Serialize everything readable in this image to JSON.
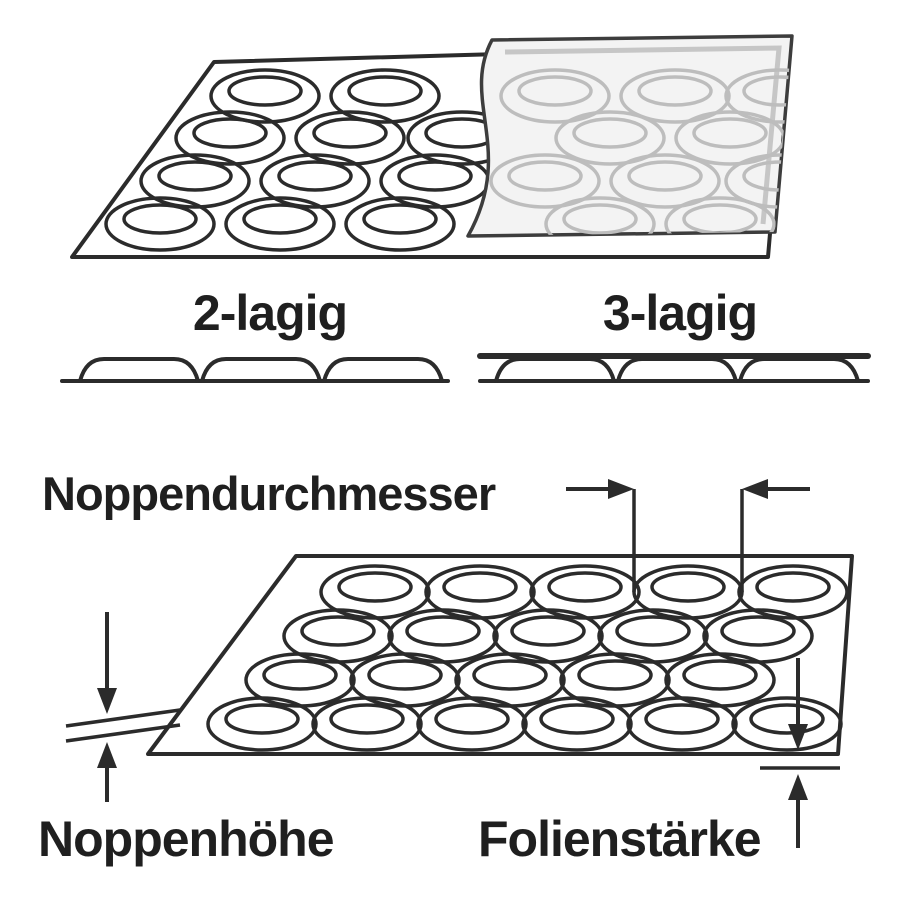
{
  "diagram": {
    "kind": "bubble-wrap-specification-diagram",
    "labels": {
      "two_layer": "2-lagig",
      "three_layer": "3-lagig",
      "bubble_diameter": "Noppendurchmesser",
      "bubble_height": "Noppenhöhe",
      "film_thickness": "Folienstärke"
    },
    "colors": {
      "line": "#2b2b2b",
      "gray_bubbles": "#bdbdbd",
      "film_fill": "#f3f3f3",
      "background": "#ffffff"
    }
  }
}
